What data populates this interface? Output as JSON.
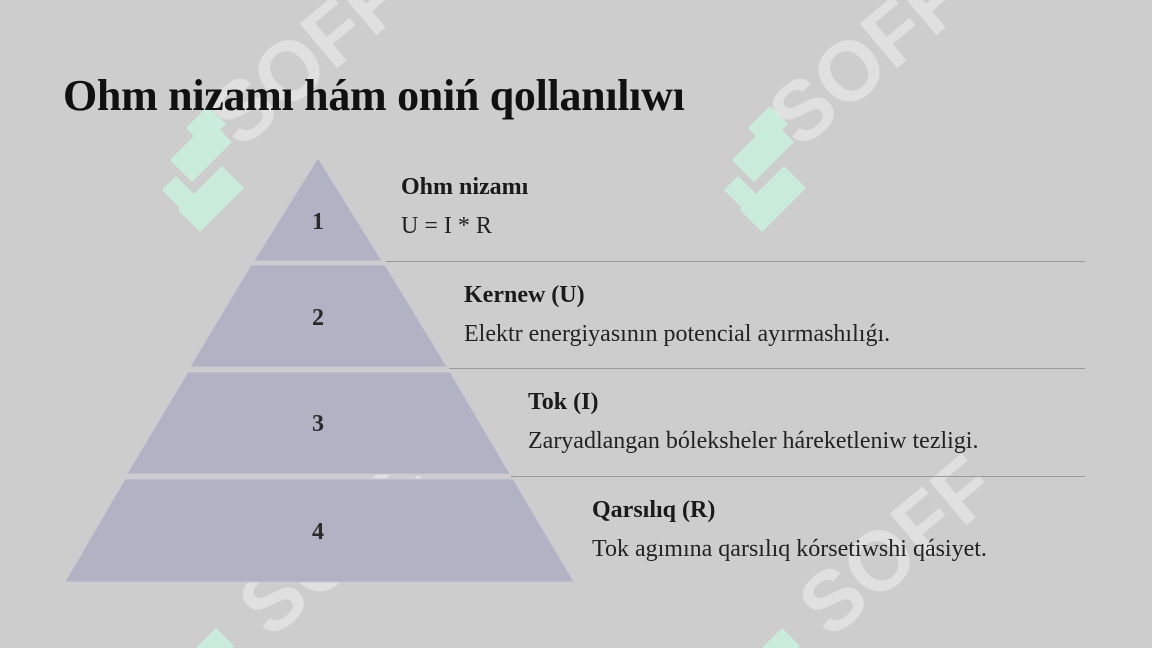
{
  "slide": {
    "title": "Ohm nizamı hám oniń qollanılıwı"
  },
  "pyramid": {
    "fill_color": "#b1b2c4",
    "tiers": [
      {
        "number": "1",
        "heading": "Ohm nizamı",
        "text": "U = I * R"
      },
      {
        "number": "2",
        "heading": "Kernew (U)",
        "text": "Elektr energiyasının potencial ayırmashılıǵı."
      },
      {
        "number": "3",
        "heading": "Tok (I)",
        "text": "Zaryadlangan bóleksheler háreketleniw tezligi."
      },
      {
        "number": "4",
        "heading": "Qarsılıq (R)",
        "text": "Tok agımına qarsılıq kórsetiwshi qásiyet."
      }
    ]
  },
  "watermark": {
    "text": "SOFF",
    "logo_color": "#c9eedb"
  }
}
